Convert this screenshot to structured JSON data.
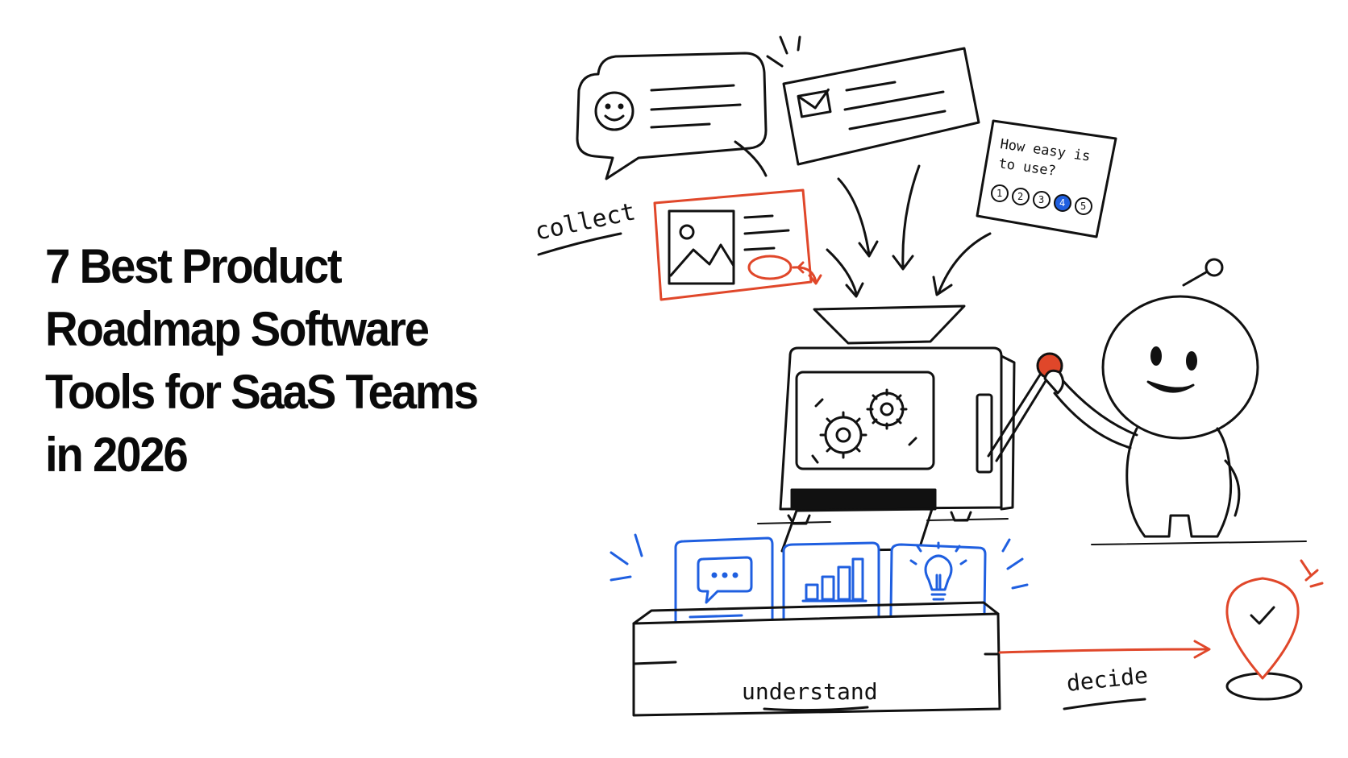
{
  "headline": {
    "lines": [
      "7 Best Product",
      "Roadmap Software",
      "Tools for SaaS Teams",
      "in 2026"
    ]
  },
  "illustration": {
    "labels": {
      "collect": "collect",
      "understand": "understand",
      "decide": "decide"
    },
    "survey_card": {
      "question_line1": "How easy is",
      "question_line2": "to use?",
      "options": [
        "1",
        "2",
        "3",
        "4",
        "5"
      ],
      "selected": "4"
    },
    "icons": [
      "smiley-icon",
      "mail-icon",
      "image-icon",
      "gears-icon",
      "chat-bubble-icon",
      "bar-chart-icon",
      "lightbulb-icon",
      "checkmark-icon",
      "location-pin-icon"
    ],
    "colors": {
      "ink": "#111111",
      "accent_red": "#e0472a",
      "accent_blue": "#1f5fe0",
      "background": "#ffffff"
    }
  }
}
